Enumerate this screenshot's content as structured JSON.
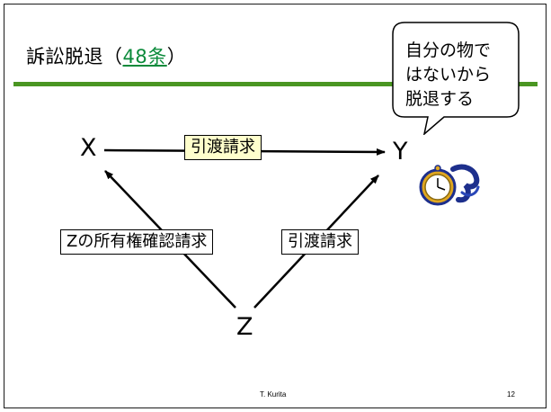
{
  "slide": {
    "title_prefix": "訴訟脱退",
    "title_open": "（",
    "title_link": "48条",
    "title_close": "）",
    "callout_lines": [
      "自分の物で",
      "はないから",
      "脱退する"
    ],
    "nodes": {
      "x": "X",
      "y": "Y",
      "z": "Z"
    },
    "labels": {
      "x_to_y": "引渡請求",
      "z_to_x": "Zの所有権確認請求",
      "z_to_y": "引渡請求"
    },
    "footer": {
      "author": "T. Kurita",
      "page": "12"
    }
  },
  "colors": {
    "rule": "#4a9622",
    "link": "#0a8a3a",
    "label_highlight": "#ffffcc"
  },
  "icons": {
    "watch": "pocket-watch-icon"
  }
}
